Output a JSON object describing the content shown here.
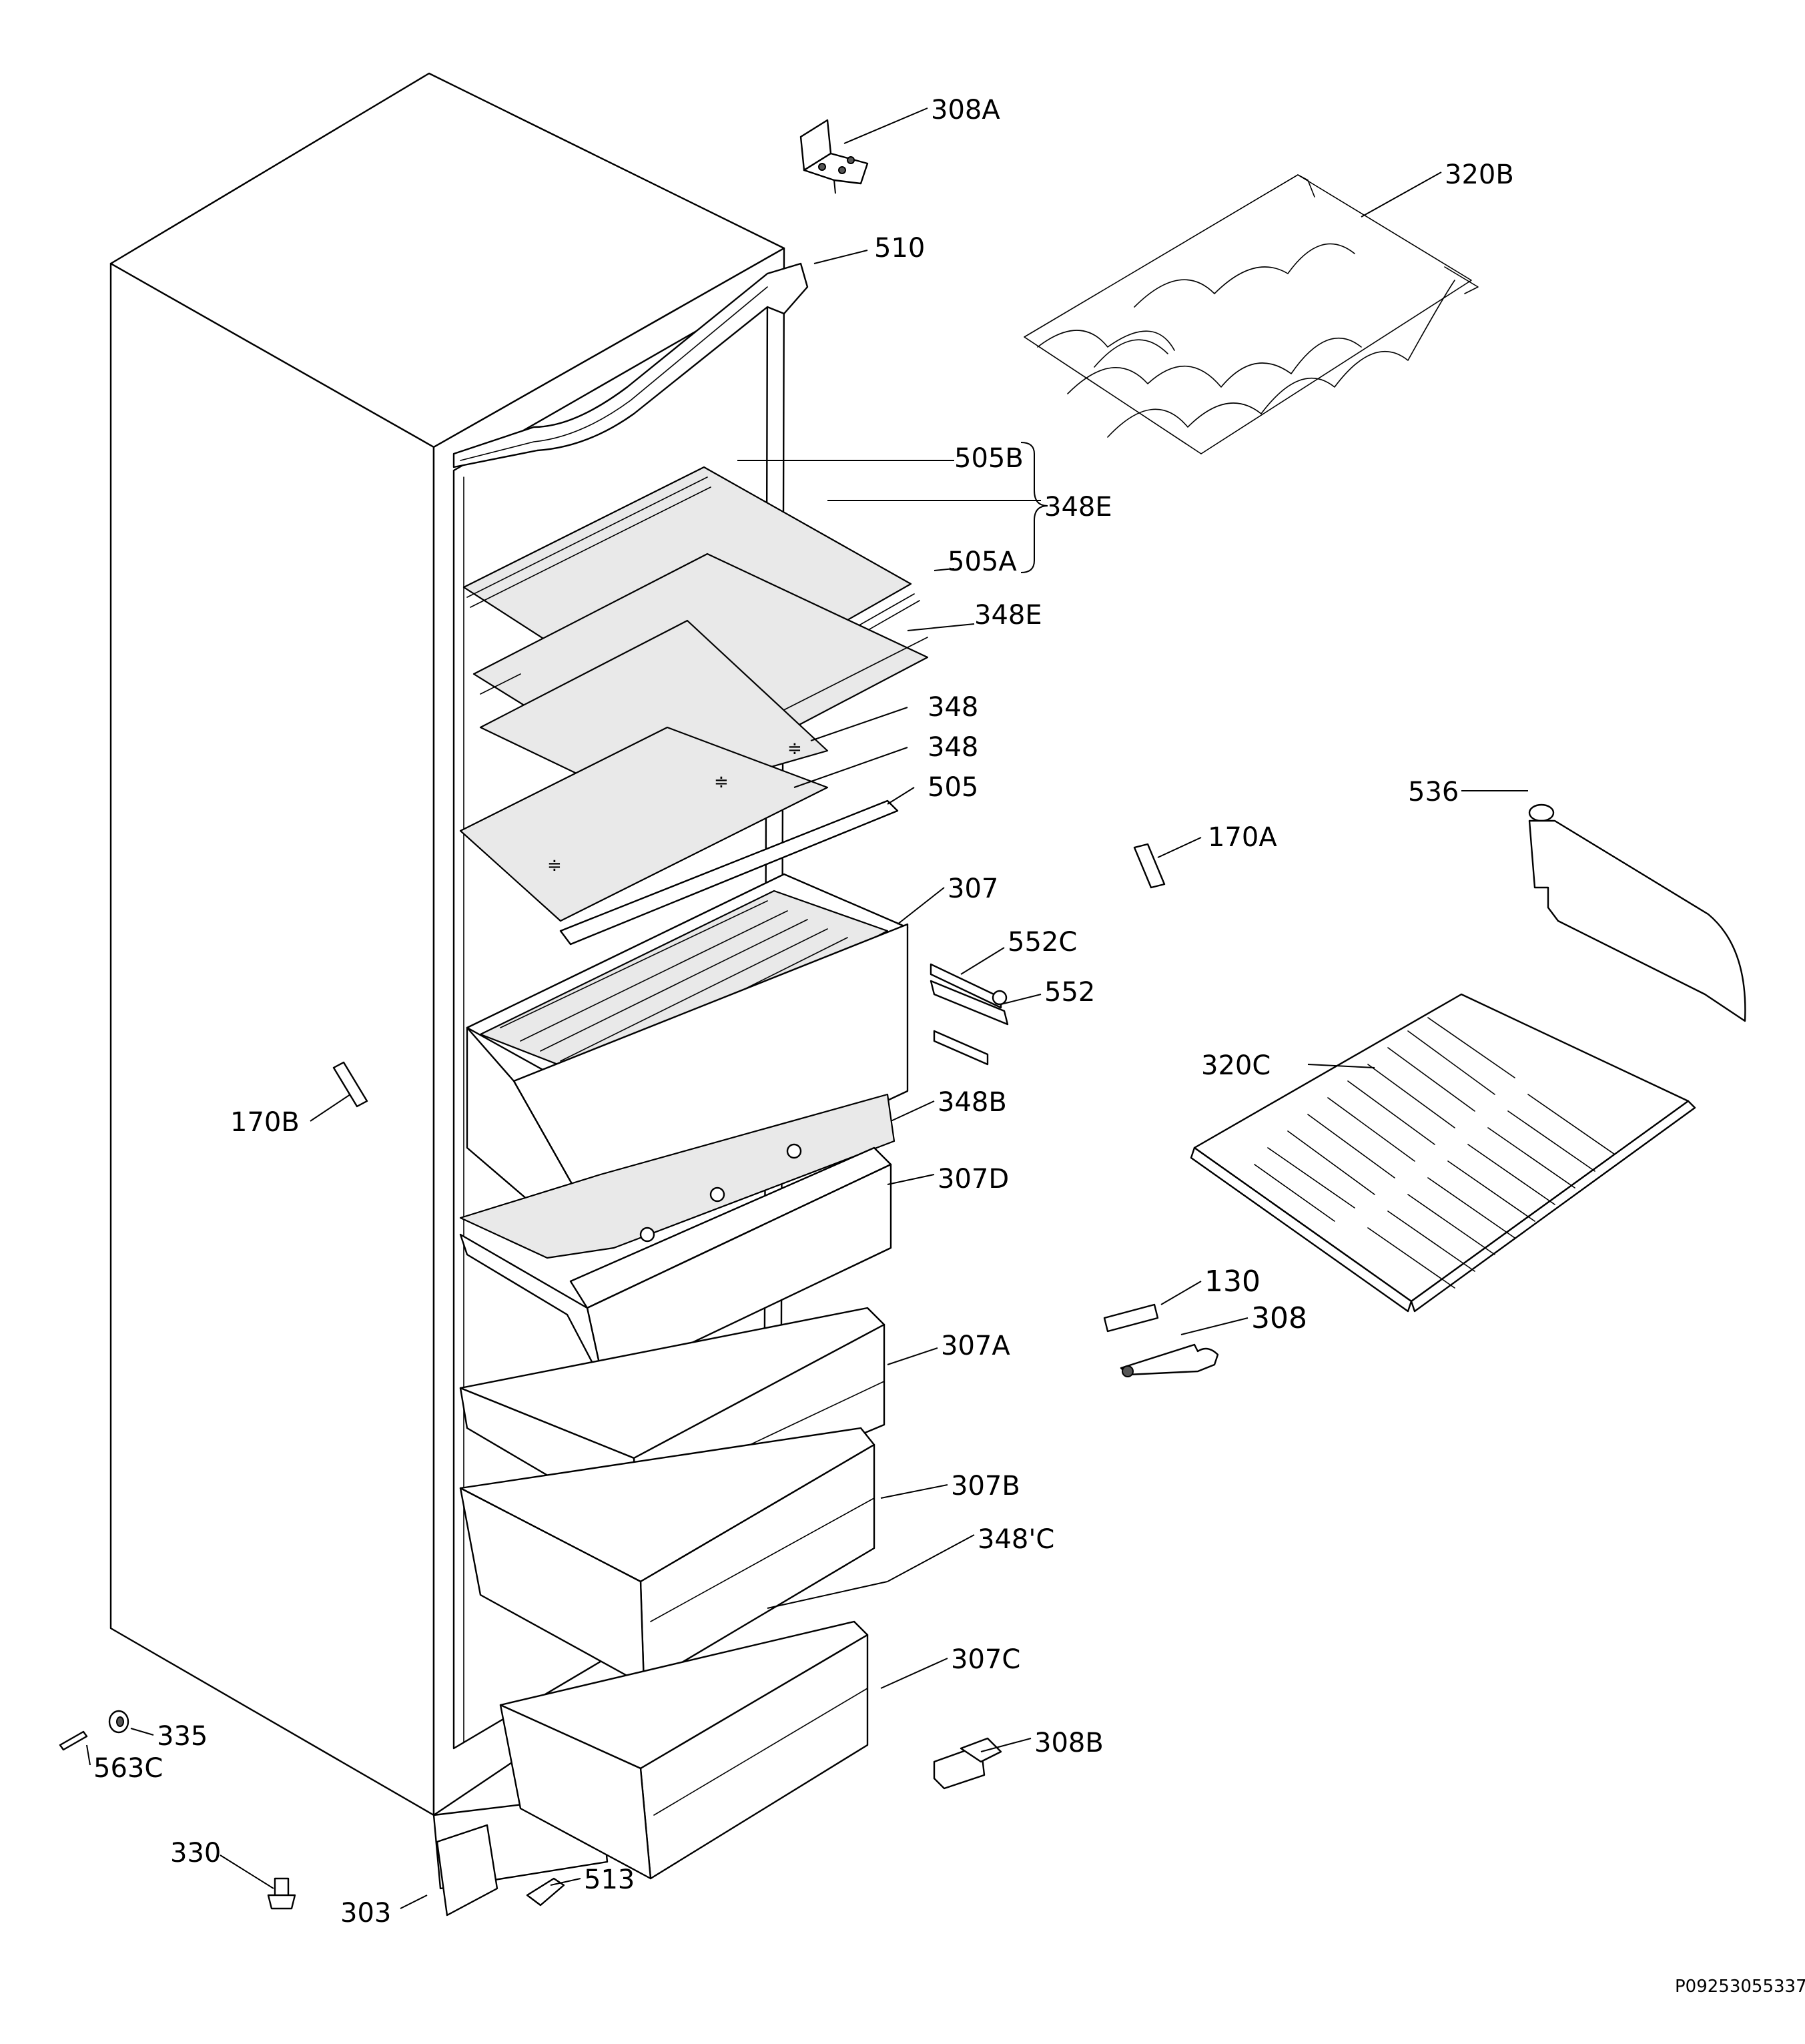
{
  "diagram": {
    "drawing_code": "P09253055337",
    "labels": {
      "l_308A": "308A",
      "l_320B": "320B",
      "l_510": "510",
      "l_505B": "505B",
      "l_348E_group": "348E",
      "l_505A": "505A",
      "l_348E": "348E",
      "l_348_upper": "348",
      "l_348_lower": "348",
      "l_505": "505",
      "l_536": "536",
      "l_170A": "170A",
      "l_307": "307",
      "l_552C": "552C",
      "l_552": "552",
      "l_320C": "320C",
      "l_170B": "170B",
      "l_348B": "348B",
      "l_307D": "307D",
      "l_130": "130",
      "l_308": "308",
      "l_307A": "307A",
      "l_307B": "307B",
      "l_348C": "348'C",
      "l_307C": "307C",
      "l_308B": "308B",
      "l_335": "335",
      "l_563C": "563C",
      "l_330": "330",
      "l_513": "513",
      "l_303": "303"
    }
  }
}
